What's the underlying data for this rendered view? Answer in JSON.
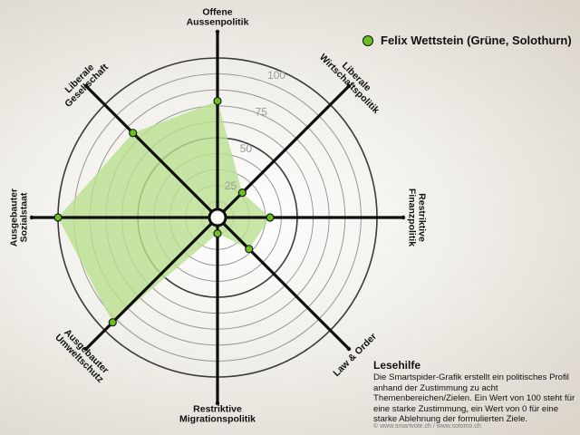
{
  "legend": {
    "label": "Felix Wettstein (Grüne, Solothurn)",
    "color": "#6ac01f"
  },
  "lesehilfe": {
    "title": "Lesehilfe",
    "text": "Die Smartspider-Grafik erstellt ein politisches Profil anhand der Zustimmung zu acht Themenbereichen/Zielen. Ein Wert von 100 steht für eine starke Zustimmung, ein Wert von 0 für eine starke Ablehnung der formulierten Ziele."
  },
  "copyright": "© www.smartvote.ch / www.sotomo.ch",
  "chart_data": {
    "type": "radar",
    "axis_labels": [
      [
        "Offene",
        "Aussenpolitik"
      ],
      [
        "Liberale",
        "Wirtschaftspolitik"
      ],
      [
        "Restriktive",
        "Finanzpolitik"
      ],
      [
        "Law & Order"
      ],
      [
        "Restriktive",
        "Migrationspolitik"
      ],
      [
        "Ausgebauter",
        "Umweltschutz"
      ],
      [
        "Ausgebauter",
        "Sozialstaat"
      ],
      [
        "Liberale",
        "Gesellschaft"
      ]
    ],
    "tick_labels": [
      "25",
      "50",
      "75",
      "100"
    ],
    "rlim": [
      0,
      100
    ],
    "grid": true,
    "series": [
      {
        "name": "Felix Wettstein (Grüne, Solothurn)",
        "values": [
          73,
          22,
          33,
          28,
          10,
          93,
          100,
          75
        ],
        "color": "#6ac01f",
        "fill": "#b9e08f"
      }
    ]
  }
}
